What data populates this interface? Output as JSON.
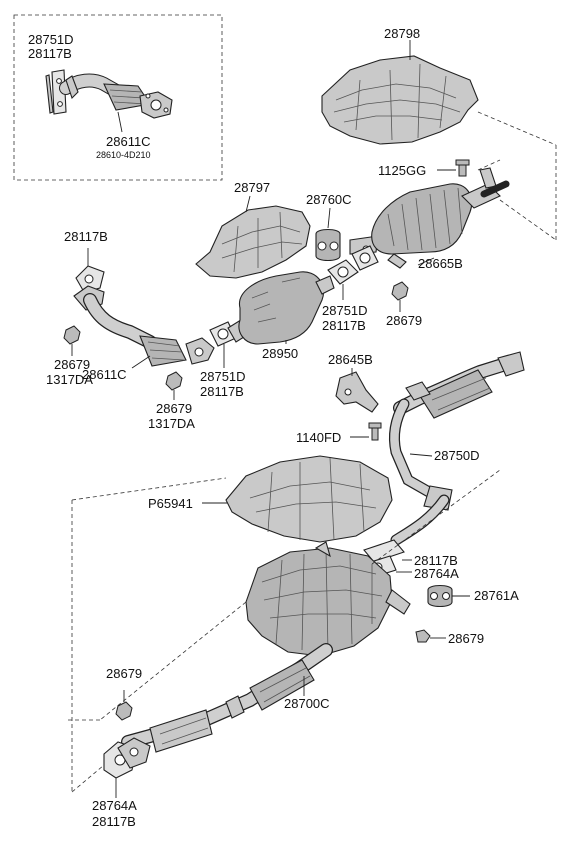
{
  "labels": {
    "l_28751D_a": "28751D",
    "l_28117B_a": "28117B",
    "l_28611C_a": "28611C",
    "l_28610_4D210": "28610-4D210",
    "l_28798": "28798",
    "l_1125GG": "1125GG",
    "l_28797": "28797",
    "l_28760C": "28760C",
    "l_28117B_b": "28117B",
    "l_28665B": "28665B",
    "l_28751D_b": "28751D",
    "l_28117B_c": "28117B",
    "l_28679_a": "28679",
    "l_28679_b": "28679",
    "l_1317DA_a": "1317DA",
    "l_28611C_b": "28611C",
    "l_28950": "28950",
    "l_28751D_c": "28751D",
    "l_28117B_d": "28117B",
    "l_28679_c": "28679",
    "l_1317DA_b": "1317DA",
    "l_28645B": "28645B",
    "l_1140FD": "1140FD",
    "l_28750D": "28750D",
    "l_P65941": "P65941",
    "l_28117B_e": "28117B",
    "l_28764A_a": "28764A",
    "l_28761A": "28761A",
    "l_28679_d": "28679",
    "l_28679_e": "28679",
    "l_28700C": "28700C",
    "l_28764A_b": "28764A",
    "l_28117B_f": "28117B"
  }
}
